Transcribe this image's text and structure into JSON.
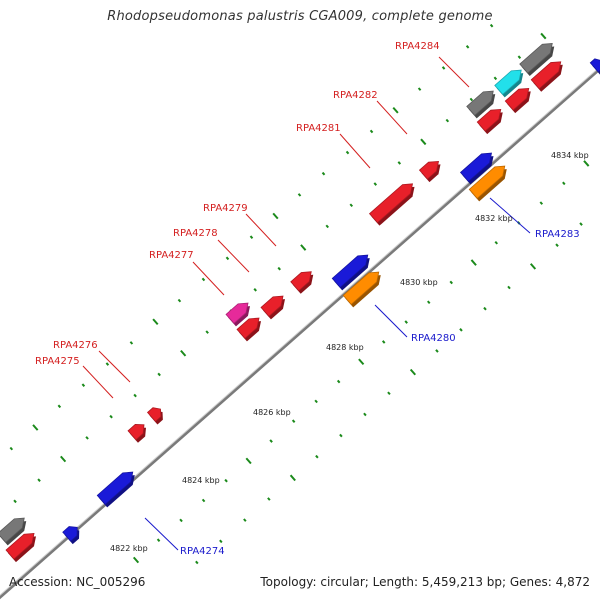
{
  "title": "Rhodopseudomonas palustris CGA009, complete genome",
  "footer": {
    "accession": "Accession: NC_005296",
    "summary": "Topology: circular; Length: 5,459,213 bp; Genes: 4,872"
  },
  "colors": {
    "red": "#e8202a",
    "blue": "#1a1ad8",
    "orange": "#ff8c00",
    "magenta": "#e62a9a",
    "cyan": "#22e0ea",
    "gray": "#777777",
    "label_red": "#d42020",
    "label_blue": "#1a1acc",
    "tick_green": "#1b8a1b",
    "backbone": "#888888"
  },
  "gene_labels": {
    "rpa4274": "RPA4274",
    "rpa4275": "RPA4275",
    "rpa4276": "RPA4276",
    "rpa4277": "RPA4277",
    "rpa4278": "RPA4278",
    "rpa4279": "RPA4279",
    "rpa4280": "RPA4280",
    "rpa4281": "RPA4281",
    "rpa4282": "RPA4282",
    "rpa4283": "RPA4283",
    "rpa4284": "RPA4284"
  },
  "scale_labels": {
    "k4822": "4822 kbp",
    "k4824": "4824 kbp",
    "k4826": "4826 kbp",
    "k4828": "4828 kbp",
    "k4830": "4830 kbp",
    "k4832": "4832 kbp",
    "k4834": "4834 kbp"
  }
}
